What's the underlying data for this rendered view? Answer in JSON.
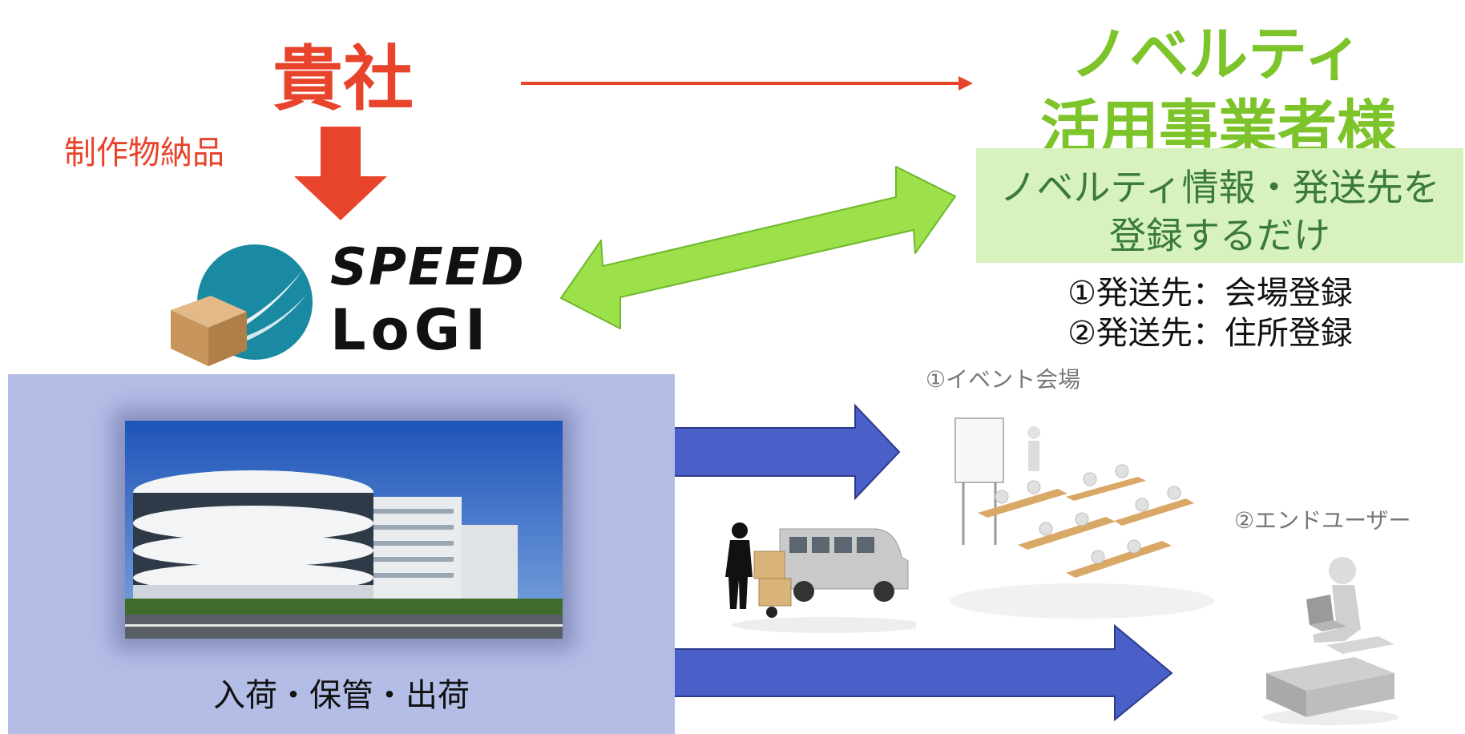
{
  "company": "貴社",
  "deliver_label": "制作物納品",
  "novelty": {
    "line1": "ノベルティ",
    "line2": "活用事業者様"
  },
  "register": {
    "line1": "ノベルティ情報・発送先を",
    "line2": "登録するだけ"
  },
  "options": {
    "opt1": "①発送先：会場登録",
    "opt2": "②発送先：住所登録"
  },
  "logo": {
    "line1": "SPEED",
    "line2": "LoGI"
  },
  "warehouse_label": "入荷・保管・出荷",
  "venue_label": "①イベント会場",
  "user_label": "②エンドユーザー",
  "colors": {
    "red": "#e8442c",
    "green": "#7dc42a",
    "blue": "#4a5fc8",
    "panel": "#b4bde6",
    "box": "#d8f2bd"
  }
}
